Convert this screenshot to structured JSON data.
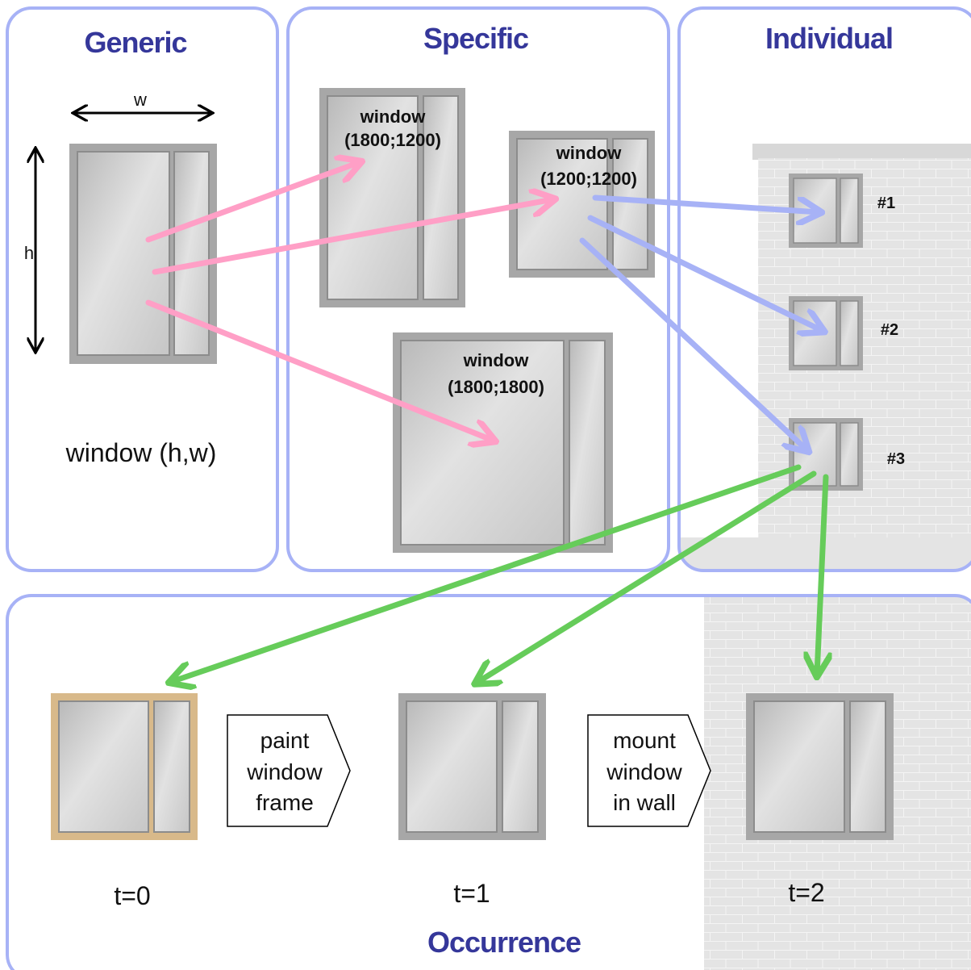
{
  "panels": {
    "generic": "Generic",
    "specific": "Specific",
    "individual": "Individual",
    "occurrence": "Occurrence"
  },
  "generic": {
    "width_label": "w",
    "height_label": "h",
    "caption": "window (h,w)"
  },
  "specific": {
    "win_a": {
      "line1": "window",
      "line2": "(1800;1200)"
    },
    "win_b": {
      "line1": "window",
      "line2": "(1200;1200)"
    },
    "win_c": {
      "line1": "window",
      "line2": "(1800;1800)"
    }
  },
  "individual": {
    "items": [
      "#1",
      "#2",
      "#3"
    ]
  },
  "occurrence": {
    "step1": [
      "paint",
      "window",
      "frame"
    ],
    "step2": [
      "mount",
      "window",
      "in wall"
    ],
    "times": [
      "t=0",
      "t=1",
      "t=2"
    ]
  },
  "colors": {
    "panel_border": "#a7b2f6",
    "title": "#35379a",
    "generic_to_specific_arrow": "#ff9fc6",
    "specific_to_individual_arrow": "#a7b2f6",
    "individual_to_occurrence_arrow": "#66cc5a",
    "painted_frame": "#d8b98a",
    "wall": "#e4e4e4"
  }
}
